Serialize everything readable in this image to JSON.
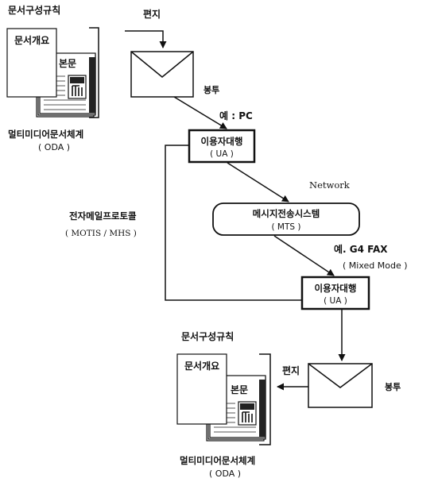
{
  "top_doc": {
    "rule_title": "문서구성규칙",
    "summary": "문서개요",
    "body": "본문",
    "arch_title": "멀티미디어문서체계",
    "arch_abbr": "( ODA )"
  },
  "top_letter_label": "편지",
  "top_envelope_label": "봉투",
  "example_pc": "예 : PC",
  "ua_top": {
    "name": "이용자대행",
    "abbr": "( UA )"
  },
  "network_label": "Network",
  "protocol": {
    "name": "전자메일프로토콜",
    "abbr": "( MOTIS / MHS )"
  },
  "mts": {
    "name": "메시지전송시스템",
    "abbr": "( MTS )"
  },
  "example_fax": {
    "line1": "예. G4 FAX",
    "line2": "( Mixed Mode )"
  },
  "ua_bottom": {
    "name": "이용자대행",
    "abbr": "( UA )"
  },
  "bottom_doc": {
    "rule_title": "문서구성규칙",
    "summary": "문서개요",
    "body": "본문",
    "arch_title": "멀티미디어문서체계",
    "arch_abbr": "( ODA )"
  },
  "bottom_letter_label": "편지",
  "bottom_envelope_label": "봉투"
}
